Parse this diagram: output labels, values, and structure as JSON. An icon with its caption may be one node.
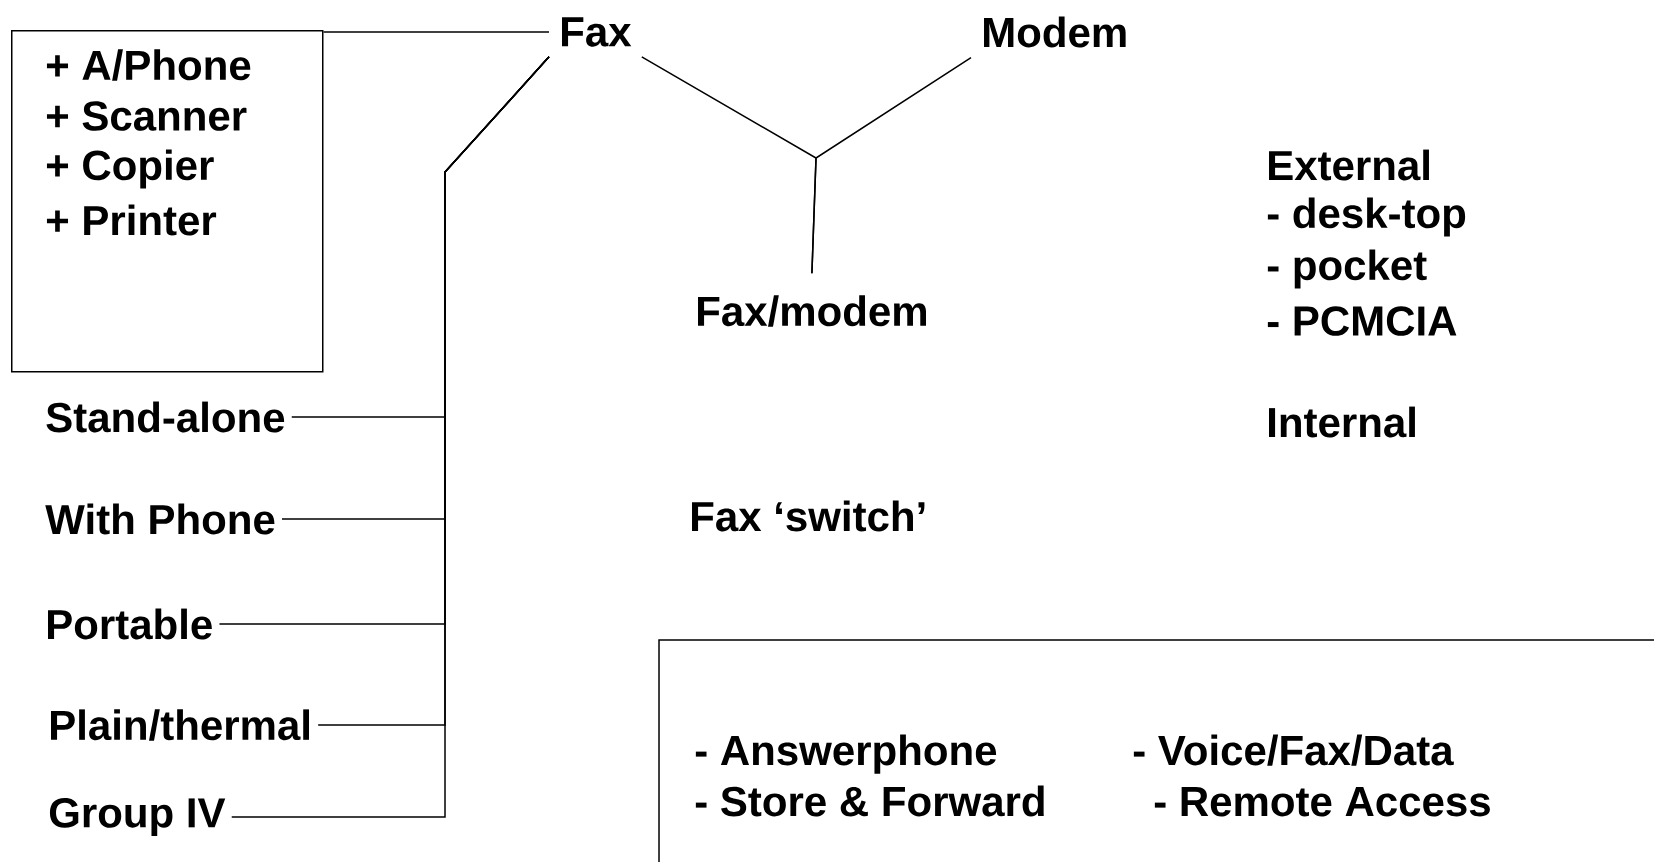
{
  "diagram": {
    "nodes": [
      {
        "text": [
          "Fax"
        ]
      },
      {
        "text": [
          "Modem"
        ]
      },
      {
        "text": [
          "+ A/Phone",
          "+ Scanner",
          "+ Copier",
          "+ Printer"
        ]
      },
      {
        "text": [
          "Stand-alone"
        ]
      },
      {
        "text": [
          "With Phone"
        ]
      },
      {
        "text": [
          "Portable"
        ]
      },
      {
        "text": [
          "Plain/thermal"
        ]
      },
      {
        "text": [
          "Group IV"
        ]
      },
      {
        "text": [
          "Fax/modem"
        ]
      },
      {
        "text": [
          "- Answerphone",
          "- Voice/Fax/Data",
          "- Store & Forward",
          "- Remote Access"
        ]
      }
    ],
    "edges": [
      {
        "from": 0,
        "to": 2,
        "arrow": "none"
      },
      {
        "from": 0,
        "to": 3,
        "arrow": "none"
      },
      {
        "from": 0,
        "to": 4,
        "arrow": "none"
      },
      {
        "from": 0,
        "to": 5,
        "arrow": "none"
      },
      {
        "from": 0,
        "to": 6,
        "arrow": "none"
      },
      {
        "from": 0,
        "to": 7,
        "arrow": "none"
      },
      {
        "from": 0,
        "to": 8,
        "arrow": "none"
      },
      {
        "from": 1,
        "to": 8,
        "arrow": "none"
      }
    ],
    "labels": [
      "External",
      "- desk-top",
      "- pocket",
      "- PCMCIA",
      "Internal",
      "Fax ‘switch’"
    ]
  }
}
